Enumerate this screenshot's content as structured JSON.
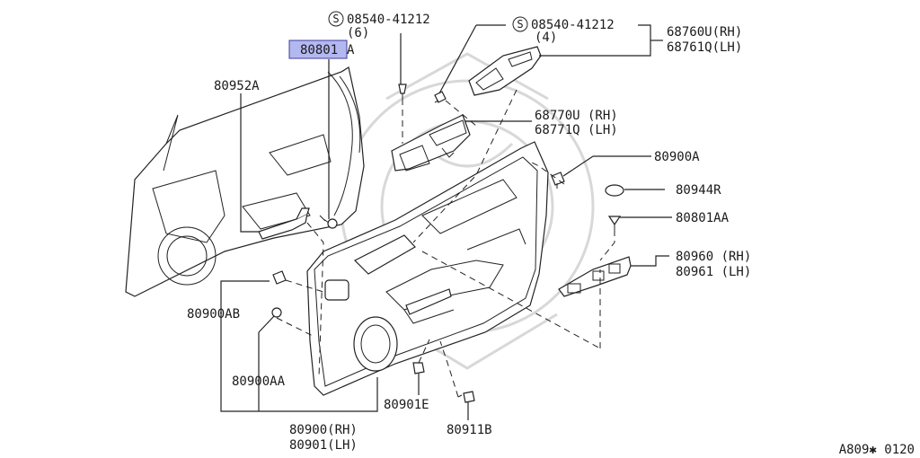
{
  "parts": {
    "highlighted": {
      "number": "80801",
      "suffix": "A"
    },
    "screw_top": {
      "symbol": "S",
      "number": "08540-41212",
      "qty": "(6)"
    },
    "screw_right": {
      "symbol": "S",
      "number": "08540-41212",
      "qty": "(4)"
    },
    "finisher_rh": "68760U(RH)",
    "finisher_lh": "68761Q(LH)",
    "pocket_rh": "68770U (RH)",
    "pocket_lh": "68771Q (LH)",
    "p80900A": "80900A",
    "p80944R": "80944R",
    "p80801AA": "80801AA",
    "switch_rh": "80960 (RH)",
    "switch_lh": "80961 (LH)",
    "p80952A": "80952A",
    "p80900AB": "80900AB",
    "p80900AA": "80900AA",
    "p80901E": "80901E",
    "p80911B": "80911B",
    "trim_rh": "80900(RH)",
    "trim_lh": "80901(LH)"
  },
  "diagram_code": "A809✱ 0120"
}
